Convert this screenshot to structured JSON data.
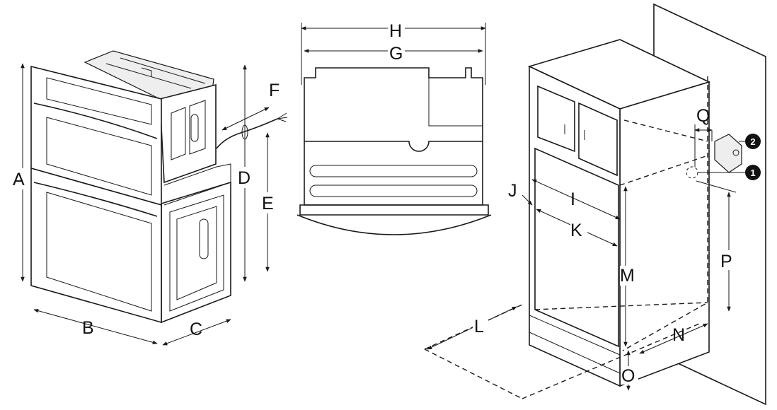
{
  "colors": {
    "ink": "#1a1a1a",
    "background": "#ffffff",
    "badge": "#111111"
  },
  "labels": {
    "A": "A",
    "B": "B",
    "C": "C",
    "D": "D",
    "E": "E",
    "F": "F",
    "G": "G",
    "H": "H",
    "I": "I",
    "J": "J",
    "K": "K",
    "L": "L",
    "M": "M",
    "N": "N",
    "O": "O",
    "P": "P",
    "Q": "Q"
  },
  "callouts": {
    "one": "1",
    "two": "2"
  }
}
